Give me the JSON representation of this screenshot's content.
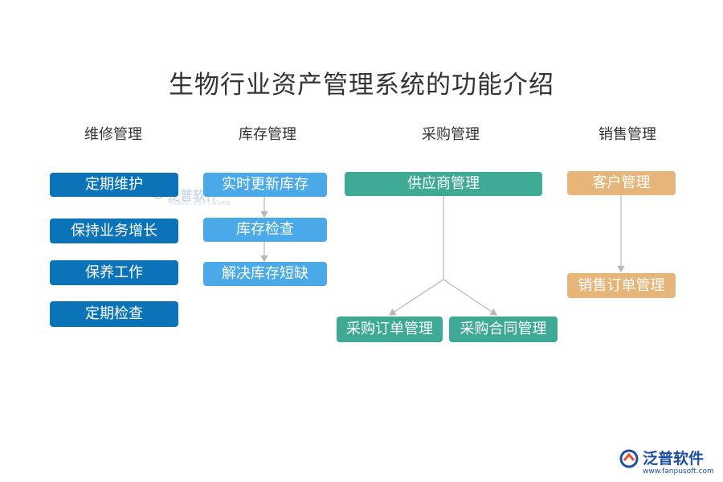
{
  "title": "生物行业资产管理系统的功能介绍",
  "columns": {
    "maintenance": {
      "header": "维修管理",
      "items": [
        "定期维护",
        "保持业务增长",
        "保养工作",
        "定期检查"
      ]
    },
    "inventory": {
      "header": "库存管理",
      "items": [
        "实时更新库存",
        "库存检查",
        "解决库存短缺"
      ]
    },
    "procurement": {
      "header": "采购管理",
      "root": "供应商管理",
      "children": [
        "采购订单管理",
        "采购合同管理"
      ]
    },
    "sales": {
      "header": "销售管理",
      "items": [
        "客户管理",
        "销售订单管理"
      ]
    }
  },
  "watermark": {
    "cn": "泛普软件",
    "en": "FANPU SOFTWARE"
  },
  "logo": {
    "name": "泛普软件",
    "url": "www.fanpusoft.com"
  },
  "colors": {
    "maintenance": "#0b74b9",
    "inventory": "#4aa9e8",
    "procurement": "#3ea994",
    "sales": "#e6b579"
  }
}
